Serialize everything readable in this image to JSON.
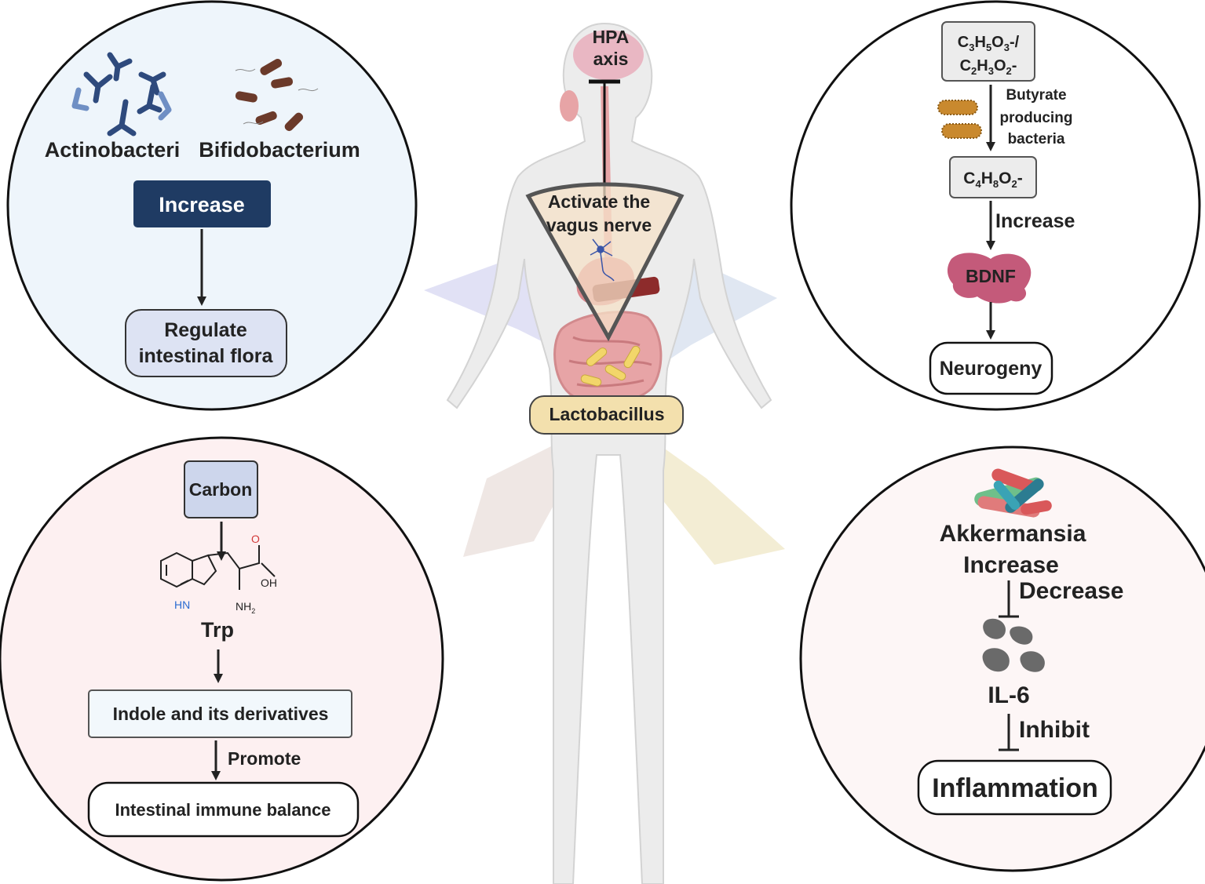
{
  "center": {
    "hpa_label_line1": "HPA",
    "hpa_label_line2": "axis",
    "vagus_label_line1": "Activate the",
    "vagus_label_line2": "vagus nerve",
    "lactobacillus_label": "Lactobacillus"
  },
  "top_left": {
    "bacteria_1": "Actinobacteri",
    "bacteria_2": "Bifidobacterium",
    "increase_label": "Increase",
    "result_line1": "Regulate",
    "result_line2": "intestinal flora"
  },
  "top_right": {
    "substrate_line1_parts": [
      "C",
      "3",
      "H",
      "5",
      "O",
      "3",
      "-/"
    ],
    "substrate_line2_parts": [
      "C",
      "2",
      "H",
      "3",
      "O",
      "2",
      "-"
    ],
    "bacteria_line1": "Butyrate",
    "bacteria_line2": "producing",
    "bacteria_line3": "bacteria",
    "butyrate_parts": [
      "C",
      "4",
      "H",
      "8",
      "O",
      "2",
      "-"
    ],
    "increase_label": "Increase",
    "bdnf_label": "BDNF",
    "result_label": "Neurogeny"
  },
  "bottom_left": {
    "carbon_label": "Carbon",
    "molecule_o": "O",
    "molecule_oh": "OH",
    "molecule_hn": "HN",
    "molecule_nh2": "NH",
    "molecule_nh2_sub": "2",
    "trp_label": "Trp",
    "indole_label": "Indole and its derivatives",
    "promote_label": "Promote",
    "result_label": "Intestinal immune balance"
  },
  "bottom_right": {
    "akkermansia_label": "Akkermansia",
    "increase_label": "Increase",
    "decrease_label": "Decrease",
    "il6_label": "IL-6",
    "inhibit_label": "Inhibit",
    "result_label": "Inflammation"
  },
  "colors": {
    "top_left_bg": "#eef5fb",
    "top_right_bg": "#ffffff",
    "bottom_left_bg": "#fdf0f1",
    "bottom_right_bg": "#fdf6f6",
    "increase_box": "#1f3b63",
    "regulate_box": "#dde3f3",
    "carbon_box": "#cdd6ec",
    "lactobacillus_box": "#f3e0ad",
    "actino_blue": "#2e4a7d",
    "bifido_brown": "#6b3a2a",
    "butyrate_orange": "#c9892e",
    "bdnf_pink": "#c45a7a",
    "il6_gray": "#6a6a6a",
    "body_gray": "#e9e9e9",
    "gut_pink": "#e7a4a6"
  }
}
